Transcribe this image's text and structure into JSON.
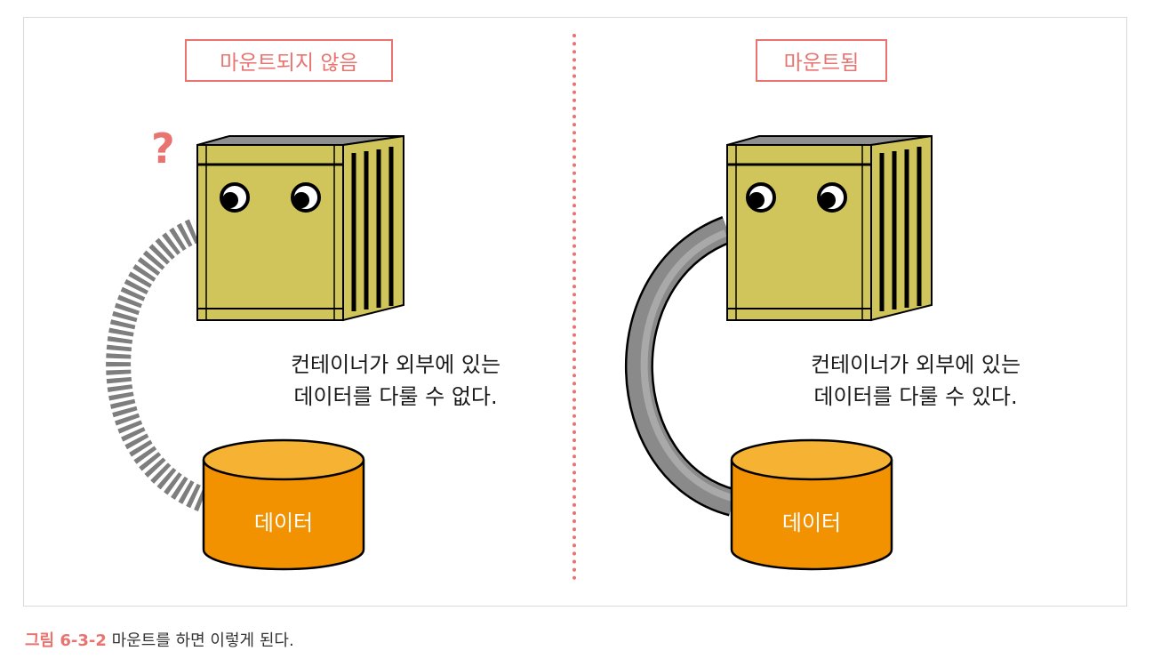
{
  "left_panel": {
    "title": "마운트되지 않음",
    "question_mark": "?",
    "description_line1": "컨테이너가 외부에 있는",
    "description_line2": "데이터를 다룰 수 없다.",
    "db_label": "데이터"
  },
  "right_panel": {
    "title": "마운트됨",
    "description_line1": "컨테이너가 외부에 있는",
    "description_line2": "데이터를 다룰 수 있다.",
    "db_label": "데이터"
  },
  "caption": {
    "number": "그림 6-3-2",
    "text": " 마운트를 하면 이렇게 된다."
  },
  "colors": {
    "accent": "#e8736f",
    "container": "#cfc55a",
    "database": "#f39200",
    "database_top": "#f5b233",
    "hose": "#7d7d7d"
  }
}
